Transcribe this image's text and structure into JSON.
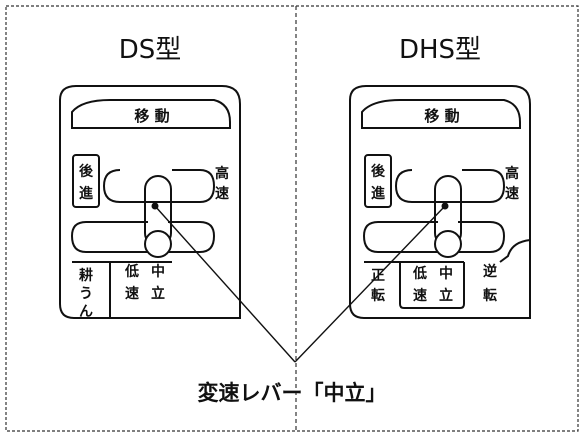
{
  "left": {
    "title": "DS型",
    "move": "移 動",
    "reverse": [
      "後",
      "進"
    ],
    "high": [
      "高",
      "速"
    ],
    "till": [
      "耕",
      "う",
      "ん"
    ],
    "low": [
      "低",
      "速"
    ],
    "neutral": [
      "中",
      "立"
    ]
  },
  "right": {
    "title": "DHS型",
    "move": "移 動",
    "reverse": [
      "後",
      "進"
    ],
    "high": [
      "高",
      "速"
    ],
    "forward_rot": [
      "正",
      "転"
    ],
    "low": [
      "低",
      "速"
    ],
    "neutral": [
      "中",
      "立"
    ],
    "reverse_rot": [
      "逆",
      "転"
    ]
  },
  "caption": "変速レバー「中立」"
}
